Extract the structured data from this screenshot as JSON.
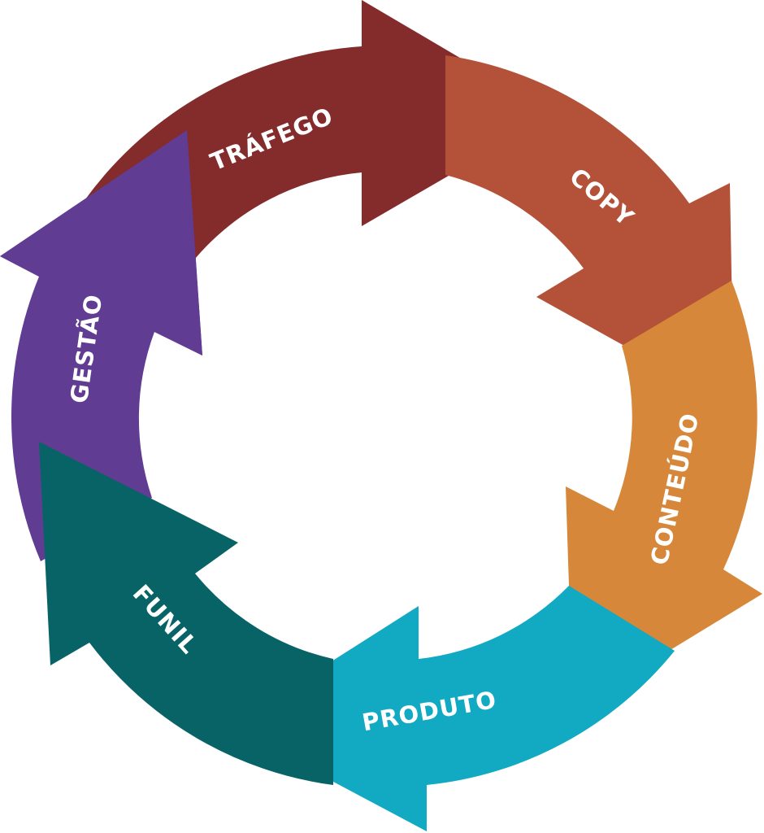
{
  "diagram": {
    "type": "cycle",
    "steps": [
      {
        "label": "TRÁFEGO",
        "color": "#842B2C"
      },
      {
        "label": "COPY",
        "color": "#B35238"
      },
      {
        "label": "CONTEÚDO",
        "color": "#D6873A"
      },
      {
        "label": "PRODUTO",
        "color": "#12A9C3"
      },
      {
        "label": "FUNIL",
        "color": "#086366"
      },
      {
        "label": "GESTÃO",
        "color": "#613C93"
      }
    ]
  }
}
